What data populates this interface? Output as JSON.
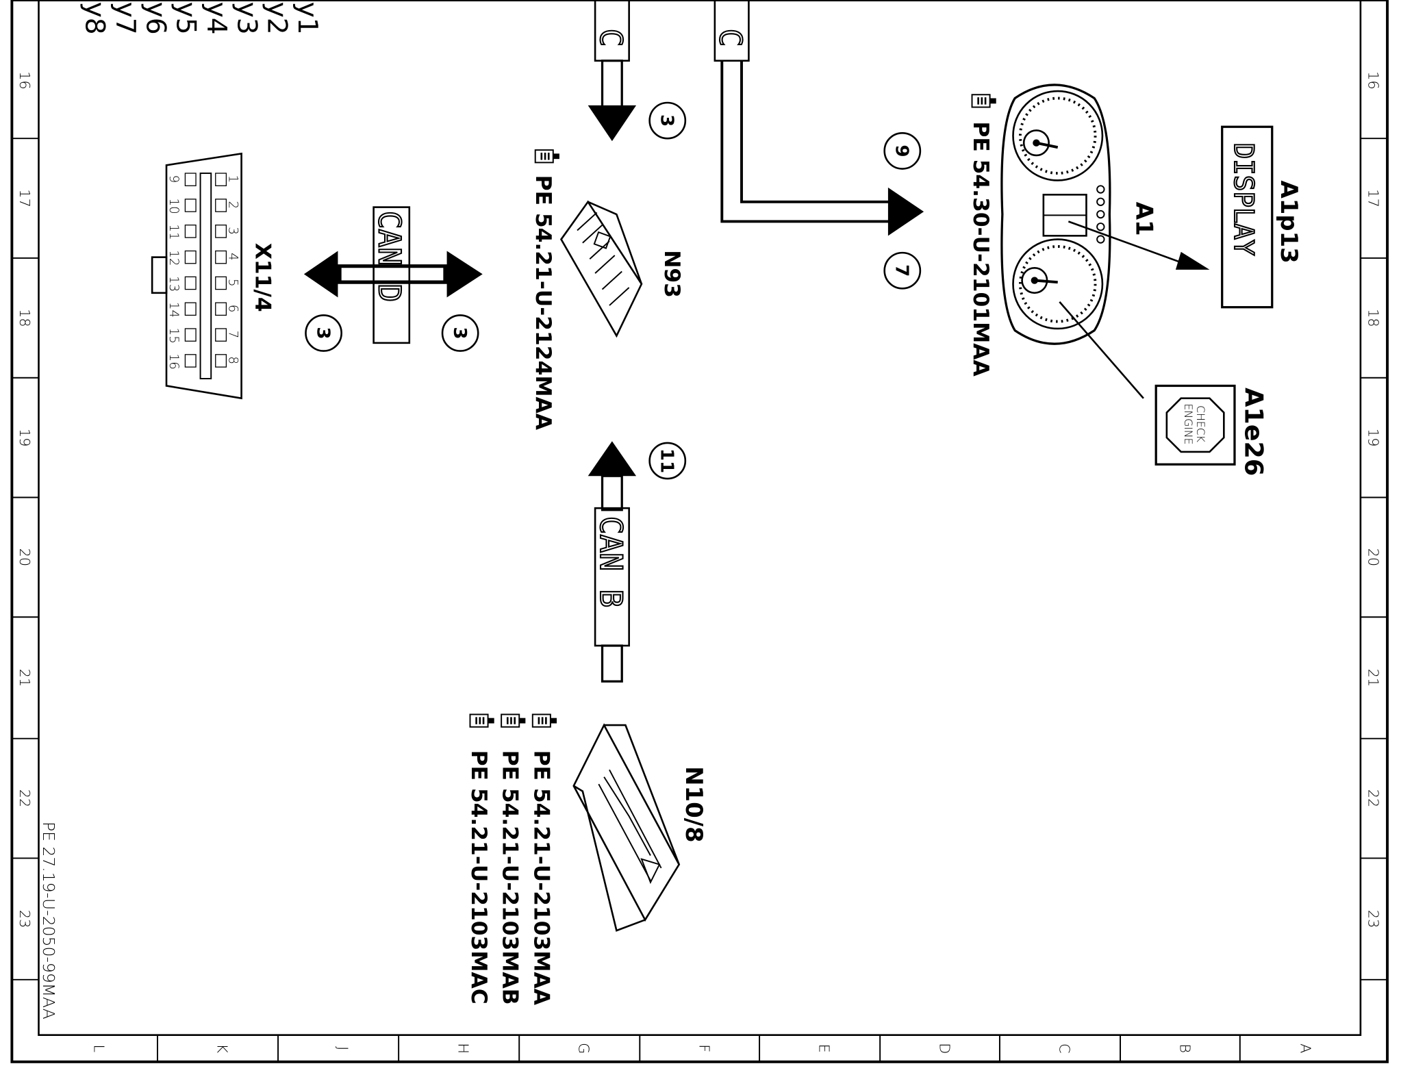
{
  "frame": {
    "row_labels": [
      "16",
      "17",
      "18",
      "19",
      "20",
      "21",
      "22",
      "23"
    ],
    "column_labels": [
      "L",
      "K",
      "J",
      "H",
      "G",
      "F",
      "E",
      "D",
      "C",
      "B",
      "A"
    ],
    "doc_number": "PE 27.19-U-2050-99MAA"
  },
  "legend_y": [
    "y1",
    "y2",
    "y3",
    "y4",
    "y5",
    "y6",
    "y7",
    "y8"
  ],
  "components": {
    "x11_4": {
      "label": "X11/4",
      "pins_top": [
        "1",
        "2",
        "3",
        "4",
        "5",
        "6",
        "7",
        "8"
      ],
      "pins_bottom": [
        "9",
        "10",
        "11",
        "12",
        "13",
        "14",
        "15",
        "16"
      ]
    },
    "n93": {
      "label": "N93",
      "ref": "PE 54.21-U-2124MAA"
    },
    "n10_8": {
      "label": "N10/8",
      "refs": [
        "PE 54.21-U-2103MAA",
        "PE 54.21-U-2103MAB",
        "PE 54.21-U-2103MAC"
      ]
    },
    "a1": {
      "label": "A1",
      "ref": "PE 54.30-U-2101MAA"
    },
    "a1p13": {
      "label": "A1p13",
      "display_text": "DISPLAY"
    },
    "a1e26": {
      "label": "A1e26",
      "lamp_text_1": "CHECK",
      "lamp_text_2": "ENGINE"
    }
  },
  "buses": {
    "can_d": "CAN D",
    "can_b": "CAN B",
    "can_c_left": "C",
    "can_c_right": "C"
  },
  "markers": {
    "m3_top": "3",
    "m3_left": "3",
    "m3_right": "3",
    "m11": "11",
    "m9": "9",
    "m7": "7"
  }
}
